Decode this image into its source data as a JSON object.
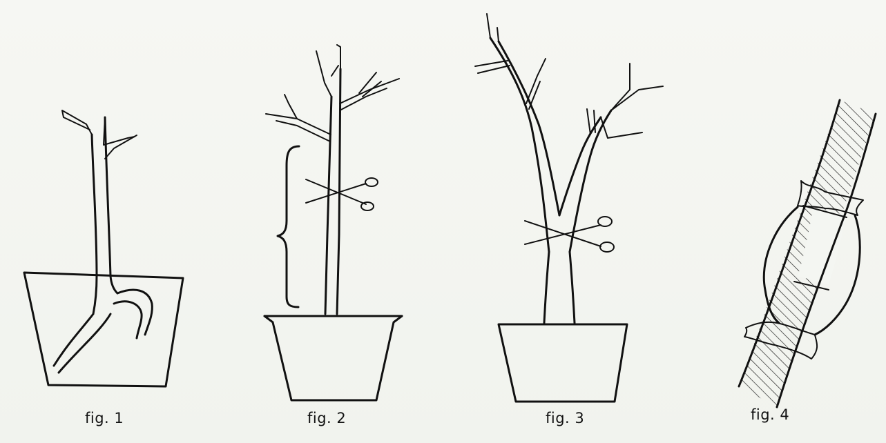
{
  "figures": [
    {
      "caption": "fig. 1"
    },
    {
      "caption": "fig. 2"
    },
    {
      "caption": "fig. 3"
    },
    {
      "caption": "fig. 4"
    }
  ],
  "colors": {
    "ink": "#111111",
    "paper": "#f4f6f2"
  }
}
